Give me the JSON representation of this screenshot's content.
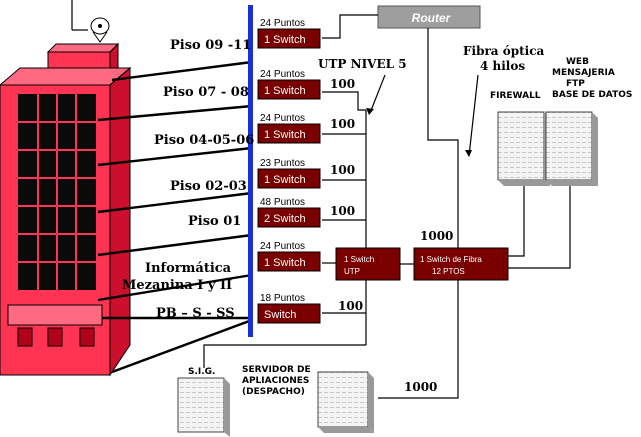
{
  "router": {
    "label": "Router"
  },
  "floors": [
    "Piso 09 -11",
    "Piso 07 - 08",
    "Piso 04-05-06",
    "Piso 02-03",
    "Piso 01",
    "Informática",
    "Mezanina I y II",
    "PB – S - SS"
  ],
  "switches": [
    {
      "points": "24 Puntos",
      "label": "1 Switch"
    },
    {
      "points": "24 Puntos",
      "label": "1 Switch"
    },
    {
      "points": "24 Puntos",
      "label": "1 Switch"
    },
    {
      "points": "23 Puntos",
      "label": "1 Switch"
    },
    {
      "points": "48 Puntos",
      "label": "2 Switch"
    },
    {
      "points": "24 Puntos",
      "label": "1 Switch"
    },
    {
      "points": "18 Puntos",
      "label": "Switch"
    }
  ],
  "link_speeds": [
    "100",
    "100",
    "100",
    "100",
    "100",
    "1000",
    "1000"
  ],
  "utp_label": "UTP NIVEL 5",
  "fiber_label": [
    "Fibra óptica",
    "4 hilos"
  ],
  "switch_utp": {
    "line1": "1 Switch",
    "line2": "UTP"
  },
  "switch_fiber": {
    "line1": "1 Switch de Fibra",
    "line2": "12 PTOS"
  },
  "servers": {
    "firewall": "FIREWALL",
    "services": [
      "WEB",
      "MENSAJERIA",
      "FTP",
      "BASE DE DATOS"
    ],
    "sig": "S.I.G.",
    "apps": [
      "SERVIDOR DE",
      "APLIACIONES",
      "(DESPACHO)"
    ]
  }
}
